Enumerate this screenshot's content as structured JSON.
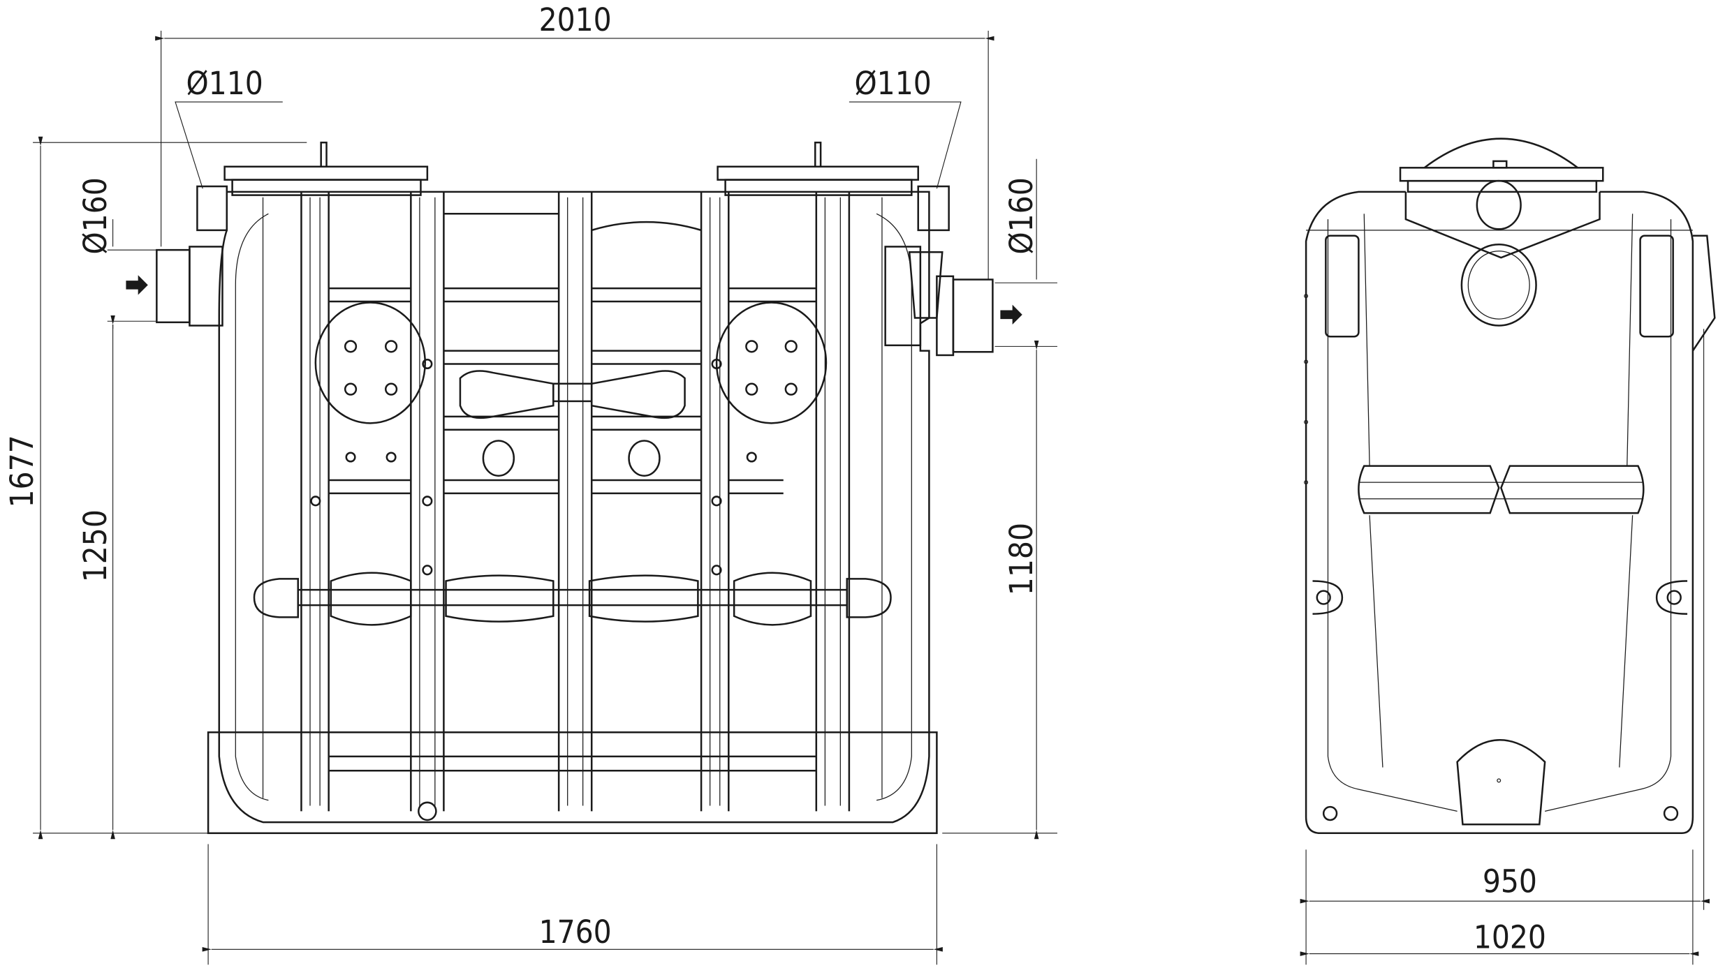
{
  "drawing": {
    "front_view": {
      "overall_length": "2010",
      "base_length": "1760",
      "overall_height": "1677",
      "inlet_height": "1250",
      "outlet_height": "1180",
      "inlet_pipe_diameter": "Ø160",
      "outlet_pipe_diameter": "Ø160",
      "inlet_vent_diameter": "Ø110",
      "outlet_vent_diameter": "Ø110"
    },
    "side_view": {
      "inner_width": "950",
      "overall_width": "1020"
    }
  }
}
